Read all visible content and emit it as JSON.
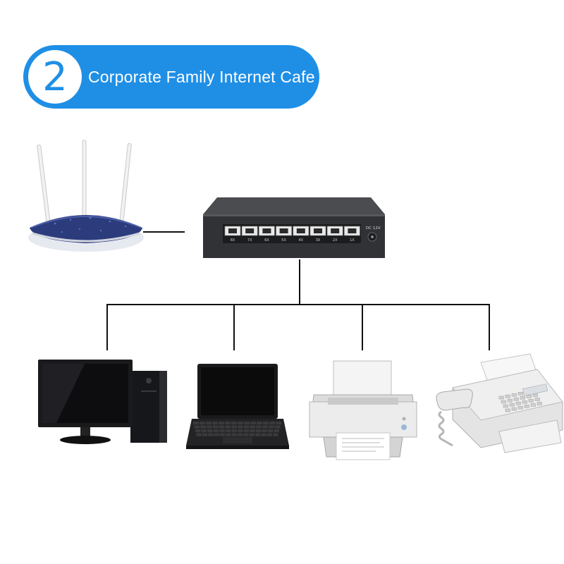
{
  "banner": {
    "number": "2",
    "title": "Corporate Family Internet Cafe",
    "color": "#1f8fe6"
  },
  "switch": {
    "ports": [
      "8X",
      "7X",
      "6X",
      "5X",
      "4X",
      "3X",
      "2X",
      "1X"
    ],
    "power_label": "DC 12V"
  },
  "devices": [
    "router-icon",
    "network-switch-icon",
    "desktop-computer-icon",
    "laptop-icon",
    "printer-icon",
    "fax-machine-icon"
  ],
  "colors": {
    "router_body": "#2a3a7a",
    "switch_body": "#3b3d40",
    "line": "#111111"
  }
}
